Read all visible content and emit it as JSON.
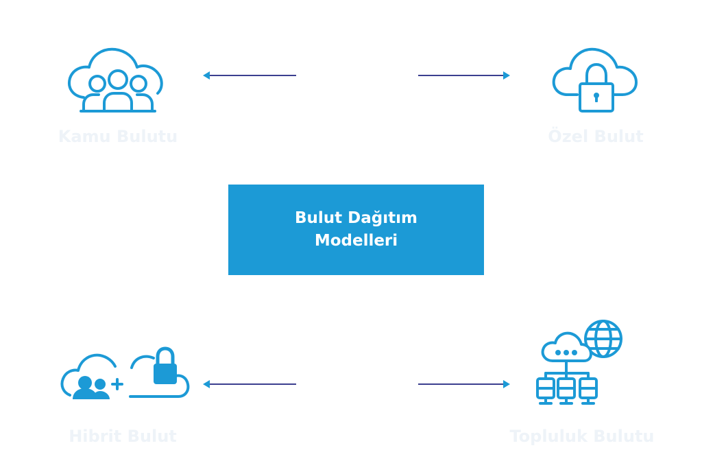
{
  "center": {
    "line1": "Bulut Dağıtım",
    "line2": "Modelleri"
  },
  "models": {
    "public": {
      "label": "Kamu Bulutu",
      "icon": "public-cloud-users-icon"
    },
    "private": {
      "label": "Özel Bulut",
      "icon": "private-cloud-lock-icon"
    },
    "hybrid": {
      "label": "Hibrit Bulut",
      "icon": "hybrid-cloud-icon"
    },
    "community": {
      "label": "Topluluk Bulutu",
      "icon": "community-cloud-network-icon"
    }
  },
  "colors": {
    "accent": "#1c9ad6",
    "connector_start": "#1c9ad6",
    "connector_end": "#3b3f8f",
    "label": "#eef3f8",
    "box_text": "#ffffff"
  }
}
